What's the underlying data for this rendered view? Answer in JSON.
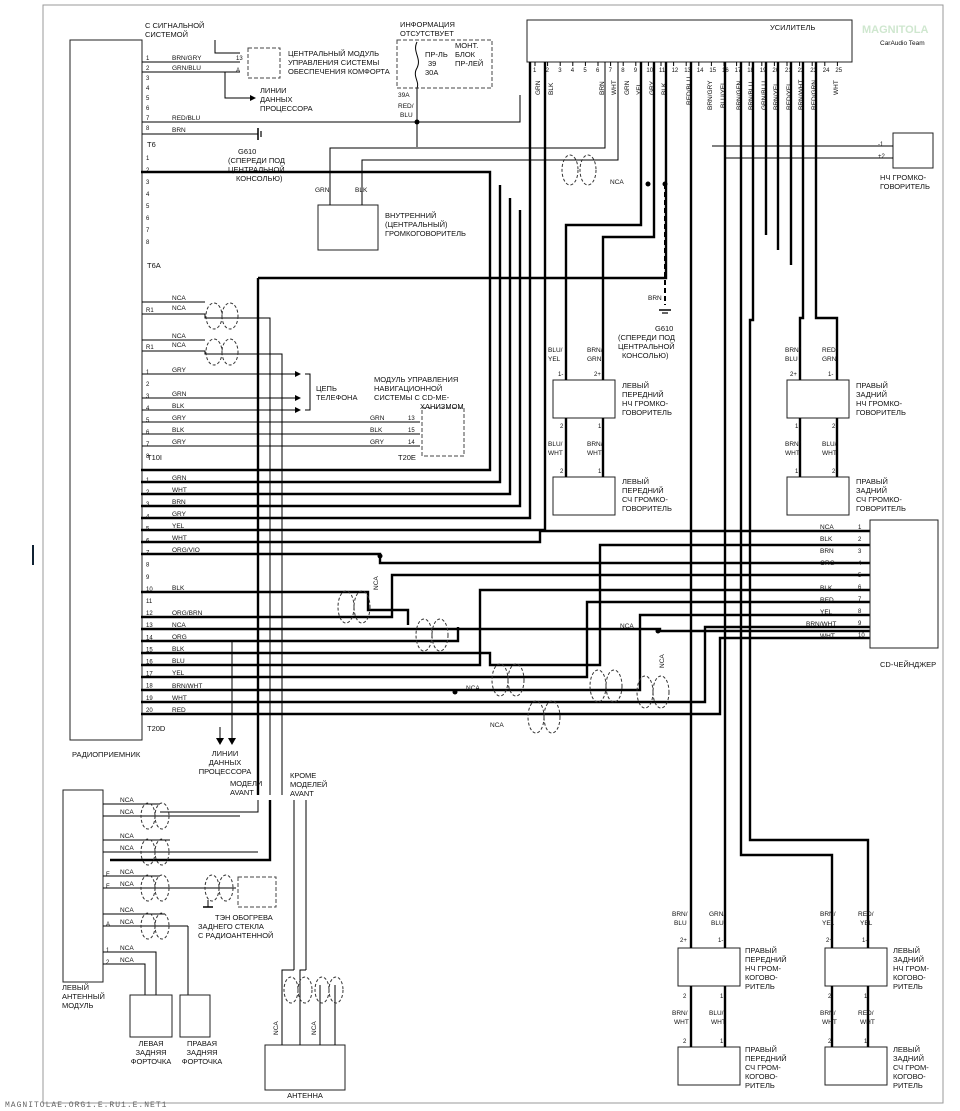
{
  "components": {
    "radio": "РАДИОПРИЕМНИК",
    "amplifier": "УСИЛИТЕЛЬ",
    "signal_system": [
      "С СИГНАЛЬНОЙ",
      "СИСТЕМОЙ"
    ],
    "comfort_module": [
      "ЦЕНТРАЛЬНЫЙ МОДУЛЬ",
      "УПРАВЛЕНИЯ СИСТЕМЫ",
      "ОБЕСПЕЧЕНИЯ КОМФОРТА"
    ],
    "data_lines_top": [
      "ЛИНИИ",
      "ДАННЫХ",
      "ПРОЦЕССОРА"
    ],
    "no_info": [
      "ИНФОРМАЦИЯ",
      "ОТСУТСТВУЕТ"
    ],
    "fuse": [
      "ПР-ЛЬ",
      "39",
      "30A"
    ],
    "relay_block": [
      "МОНТ.",
      "БЛОК",
      "ПР-ЛЕЙ"
    ],
    "ground_left": [
      "G610",
      "(СПЕРЕДИ ПОД",
      "ЦЕНТРАЛЬНОЙ",
      "КОНСОЛЬЮ)"
    ],
    "ground_mid": [
      "G610",
      "(СПЕРЕДИ ПОД",
      "ЦЕНТРАЛЬНОЙ",
      "КОНСОЛЬЮ)"
    ],
    "center_speaker": [
      "ВНУТРЕННИЙ",
      "(ЦЕНТРАЛЬНЫЙ)",
      "ГРОМКОГОВОРИТЕЛЬ"
    ],
    "bass_speaker": [
      "НЧ ГРОМКО-",
      "ГОВОРИТЕЛЬ"
    ],
    "phone": [
      "ЦЕПЬ",
      "ТЕЛЕФОНА"
    ],
    "nav_module": [
      "МОДУЛЬ УПРАВЛЕНИЯ",
      "НАВИГАЦИОННОЙ",
      "СИСТЕМЫ С CD-МЕ-",
      "ХАНИЗМОМ"
    ],
    "lf_bass": [
      "ЛЕВЫЙ",
      "ПЕРЕДНИЙ",
      "НЧ ГРОМКО-",
      "ГОВОРИТЕЛЬ"
    ],
    "lf_mid": [
      "ЛЕВЫЙ",
      "ПЕРЕДНИЙ",
      "СЧ ГРОМКО-",
      "ГОВОРИТЕЛЬ"
    ],
    "rr_bass": [
      "ПРАВЫЙ",
      "ЗАДНИЙ",
      "НЧ ГРОМКО-",
      "ГОВОРИТЕЛЬ"
    ],
    "rr_mid": [
      "ПРАВЫЙ",
      "ЗАДНИЙ",
      "СЧ ГРОМКО-",
      "ГОВОРИТЕЛЬ"
    ],
    "cd_changer": "CD-ЧЕЙНДЖЕР",
    "data_lines_bottom": [
      "ЛИНИИ",
      "ДАННЫХ",
      "ПРОЦЕССОРА"
    ],
    "avant": [
      "МОДЕЛИ",
      "AVANT"
    ],
    "not_avant": [
      "КРОМЕ",
      "МОДЕЛЕЙ",
      "AVANT"
    ],
    "antenna_module": [
      "ЛЕВЫЙ",
      "АНТЕННЫЙ",
      "МОДУЛЬ"
    ],
    "heater": [
      "ТЭН ОБОГРЕВА",
      "ЗАДНЕГО СТЕКЛА",
      "С РАДИОАНТЕННОЙ"
    ],
    "left_window": [
      "ЛЕВАЯ",
      "ЗАДНЯЯ",
      "ФОРТОЧКА"
    ],
    "right_window": [
      "ПРАВАЯ",
      "ЗАДНЯЯ",
      "ФОРТОЧКА"
    ],
    "antenna": "АНТЕННА",
    "rf_bass": [
      "ПРАВЫЙ",
      "ПЕРЕДНИЙ",
      "НЧ ГРОМ-",
      "КОГОВО-",
      "РИТЕЛЬ"
    ],
    "rf_mid": [
      "ПРАВЫЙ",
      "ПЕРЕДНИЙ",
      "СЧ ГРОМ-",
      "КОГОВО-",
      "РИТЕЛЬ"
    ],
    "lr_bass": [
      "ЛЕВЫЙ",
      "ЗАДНИЙ",
      "НЧ ГРОМ-",
      "КОГОВО-",
      "РИТЕЛЬ"
    ],
    "lr_mid": [
      "ЛЕВЫЙ",
      "ЗАДНИЙ",
      "СЧ ГРОМ-",
      "КОГОВО-",
      "РИТЕЛЬ"
    ]
  },
  "connectors": {
    "t6": "T6",
    "t6a": "T6A",
    "t10i": "T10I",
    "t20d": "T20D",
    "t20e": "T20E"
  },
  "wires": {
    "brn_gry": "BRN/GRY",
    "grn_blu": "GRN/BLU",
    "red_blu": "RED/BLU",
    "brn": "BRN",
    "grn": "GRN",
    "blk": "BLK",
    "wht": "WHT",
    "gry": "GRY",
    "yel": "YEL",
    "blu": "BLU",
    "org": "ORG",
    "red": "RED",
    "nca": "NCA",
    "org_vio": "ORG/VIO",
    "org_brn": "ORG/BRN",
    "brn_wht": "BRN/WHT",
    "blu_yel": "BLU/YEL",
    "brn_grn": "BRN/GRN",
    "red_grn": "RED/GRN",
    "blu_wht": "BLU/WHT",
    "brn_blu": "BRN/BLU",
    "grn_blu2": "GRN/BLU",
    "brn_yel": "BRN/YEL",
    "red_yel": "RED/YEL",
    "red_blu2": "RED/BLU",
    "brn_gry2": "BRN/GRY",
    "brn_gfn": "BRN/GFN",
    "grn_blu3": "GRN/BLU",
    "brn_blu2": "BRN/BLU",
    "red_wht": "RED/WHT",
    "brn_grn2": "BRN/GRN",
    "fuse_amp": "39A"
  },
  "pins": {
    "amp": [
      "1",
      "2",
      "3",
      "4",
      "5",
      "6",
      "7",
      "8",
      "9",
      "10",
      "11",
      "12",
      "13",
      "14",
      "15",
      "16",
      "17",
      "18",
      "19",
      "20",
      "21",
      "22",
      "23",
      "24",
      "25"
    ],
    "t10i": [
      "1",
      "2",
      "3",
      "4",
      "5",
      "6",
      "7",
      "8"
    ],
    "t20d": [
      "1",
      "2",
      "3",
      "4",
      "5",
      "6",
      "7",
      "8",
      "9",
      "10",
      "11",
      "12",
      "13",
      "14",
      "15",
      "16",
      "17",
      "18",
      "19",
      "20"
    ],
    "cdc": [
      "1",
      "2",
      "3",
      "4",
      "5",
      "6",
      "7",
      "8",
      "9",
      "10"
    ],
    "nav": [
      "13",
      "15",
      "14"
    ]
  },
  "brand": {
    "logo": "MAGNITOLA",
    "sub": "CarAudio Team"
  },
  "footer": "MAGNITOLAE.ORG1.E.RU1.E.NET1"
}
